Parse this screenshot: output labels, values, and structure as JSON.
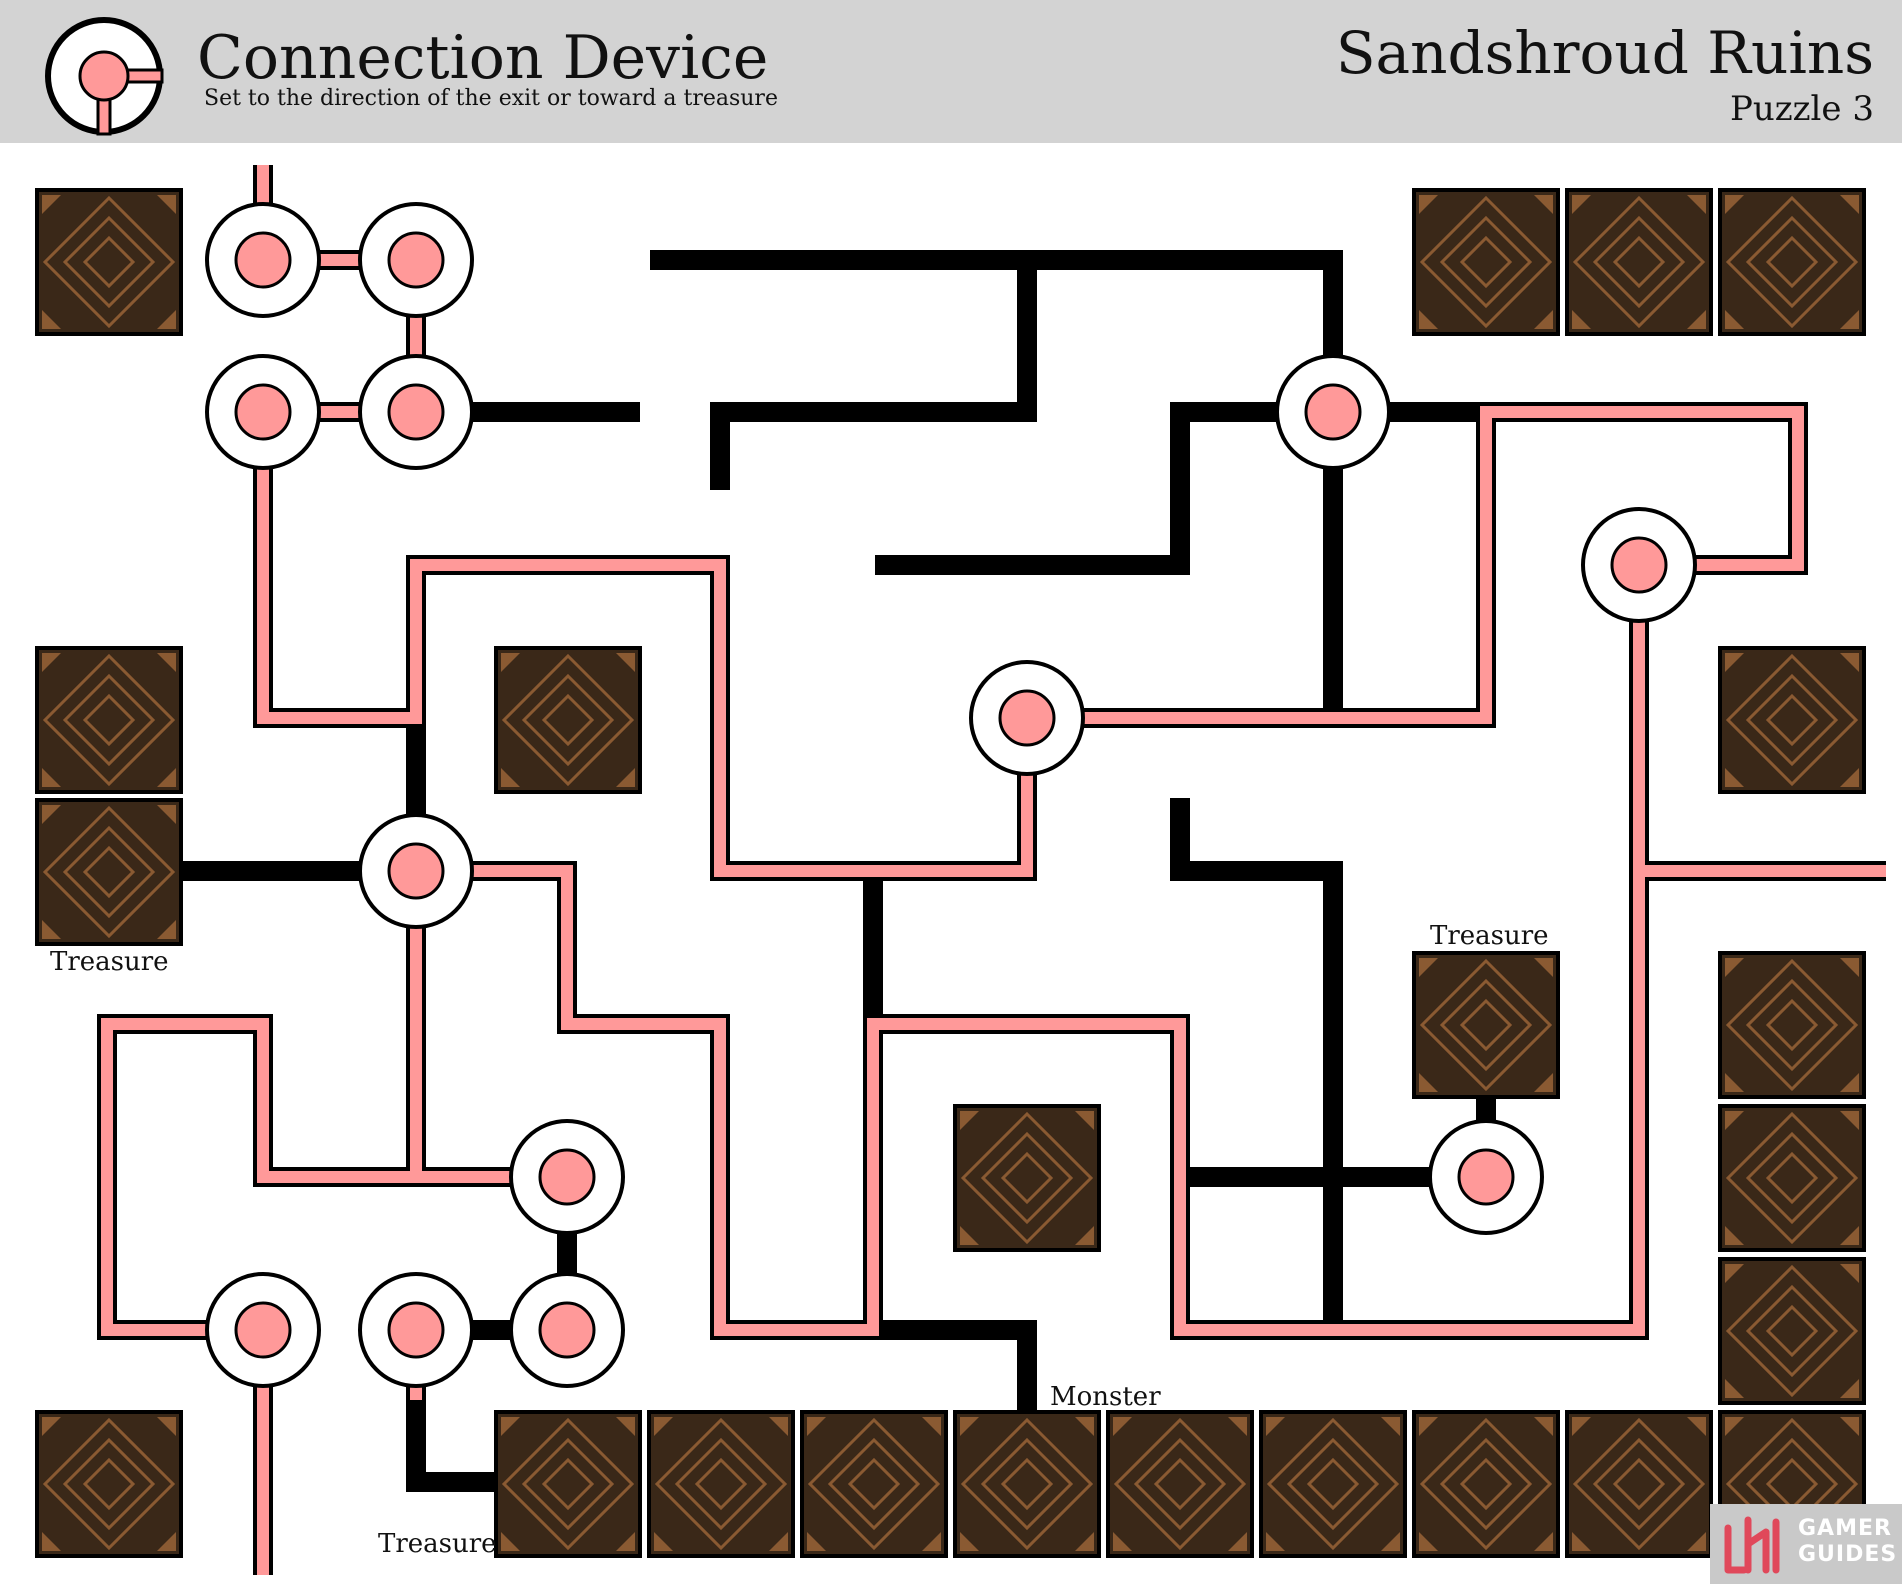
{
  "header": {
    "title": "Connection Device",
    "subtitle": "Set to the direction of the exit or toward a treasure",
    "area": "Sandshroud Ruins",
    "puzzle": "Puzzle 3",
    "icon": "connection-device-icon"
  },
  "labels": {
    "treasure_left": "Treasure",
    "treasure_right": "Treasure",
    "treasure_bottom": "Treasure",
    "monster": "Monster"
  },
  "badge": {
    "line1": "GAMER",
    "line2": "GUIDES",
    "icon": "gamer-guides-logo-icon"
  },
  "colors": {
    "header_bg": "#d3d3d3",
    "path_pink": "#ff9999",
    "wall_black": "#000000",
    "block_dark": "#3a2818",
    "block_pattern": "#8a5a32"
  }
}
